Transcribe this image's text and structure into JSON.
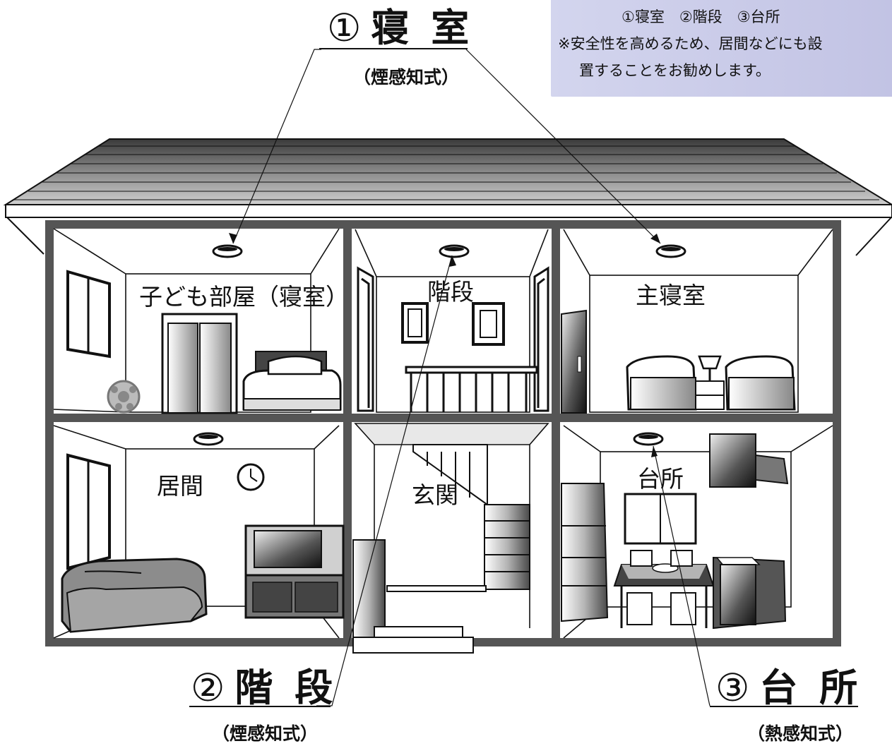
{
  "info_box": {
    "line1": "①寝室　②階段　③台所",
    "line2": "※安全性を高めるため、居間などにも設",
    "line3": "置することをお勧めします。"
  },
  "callouts": [
    {
      "id": "bedroom",
      "number": "①",
      "label": "寝 室",
      "type": "（煙感知式）"
    },
    {
      "id": "stairs",
      "number": "②",
      "label": "階 段",
      "type": "（煙感知式）"
    },
    {
      "id": "kitchen",
      "number": "③",
      "label": "台 所",
      "type": "（熱感知式）"
    }
  ],
  "rooms": {
    "kids_room": "子ども部屋（寝室）",
    "stairs_upper": "階段",
    "master_bedroom": "主寝室",
    "living": "居間",
    "entrance": "玄関",
    "kitchen": "台所"
  }
}
